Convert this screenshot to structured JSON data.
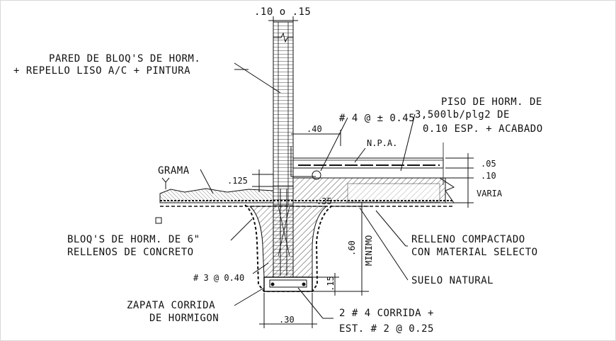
{
  "labels": {
    "top_dim": ".10 o .15",
    "wall_1": "PARED DE BLOQ'S DE HORM.",
    "wall_2": "+ REPELLO LISO A/C + PINTURA",
    "rebar_top": "# 4 @ ± 0.45",
    "floor_1": "PISO DE HORM. DE",
    "floor_2": "3,500lb/plg2 DE",
    "floor_3": "0.10 ESP. + ACABADO",
    "dim_40": ".40",
    "npa": "N.P.A.",
    "dim_05": ".05",
    "dim_10": ".10",
    "varia": "VARIA",
    "grama": "GRAMA",
    "dim_125": ".125",
    "dim_35": ".35",
    "block_1": "BLOQ'S DE HORM. DE 6\"",
    "block_2": "RELLENOS DE CONCRETO",
    "fill_1": "RELLENO COMPACTADO",
    "fill_2": "CON MATERIAL SELECTO",
    "dim_60": ".60",
    "minimo": "MINIMO",
    "rebar_3": "# 3 @ 0.40",
    "suelo": "SUELO NATURAL",
    "dim_15": ".15",
    "footing_1": "ZAPATA CORRIDA",
    "footing_2": "DE HORMIGON",
    "bars_1": "2 # 4 CORRIDA +",
    "bars_2": "EST. # 2 @ 0.25",
    "dim_30": ".30"
  },
  "colors": {
    "line": "#111111",
    "background": "#ffffff"
  }
}
